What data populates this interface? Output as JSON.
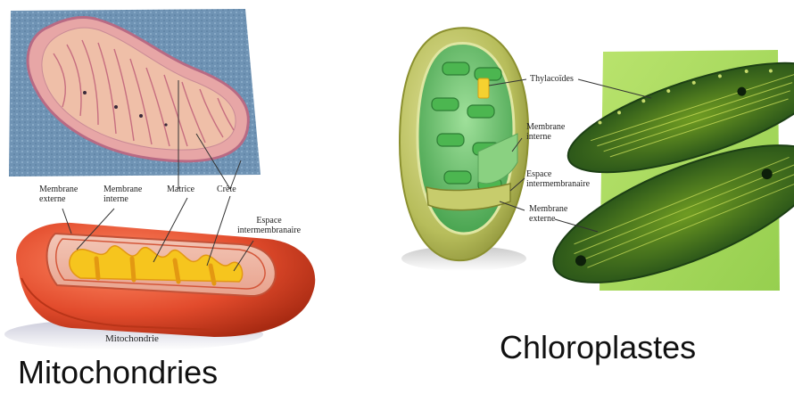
{
  "mito": {
    "labels": {
      "membrane_externe": "Membrane\nexterne",
      "membrane_interne": "Membrane\ninterne",
      "matrice": "Matrice",
      "crete": "Crête",
      "espace": "Espace\nintermembranaire",
      "mitochondrie": "Mitochondrie"
    },
    "caption": "Mitochondries"
  },
  "chloro": {
    "labels": {
      "thylacoides": "Thylacoïdes",
      "membrane_interne": "Membrane\ninterne",
      "espace": "Espace\nintermembranaire",
      "membrane_externe": "Membrane\nexterne"
    },
    "caption": "Chloroplastes"
  },
  "colors": {
    "micrograph_bg": "#6f93b4",
    "mito_pink": "#e7a6a6",
    "mito_red": "#e24b2c",
    "mito_yellow": "#f6c51e",
    "chloro_light": "#c9cf74",
    "chloro_green": "#3fa64d",
    "chloro_micro_bg": "#a9d85b",
    "chloro_dark": "#1f5b1e"
  }
}
